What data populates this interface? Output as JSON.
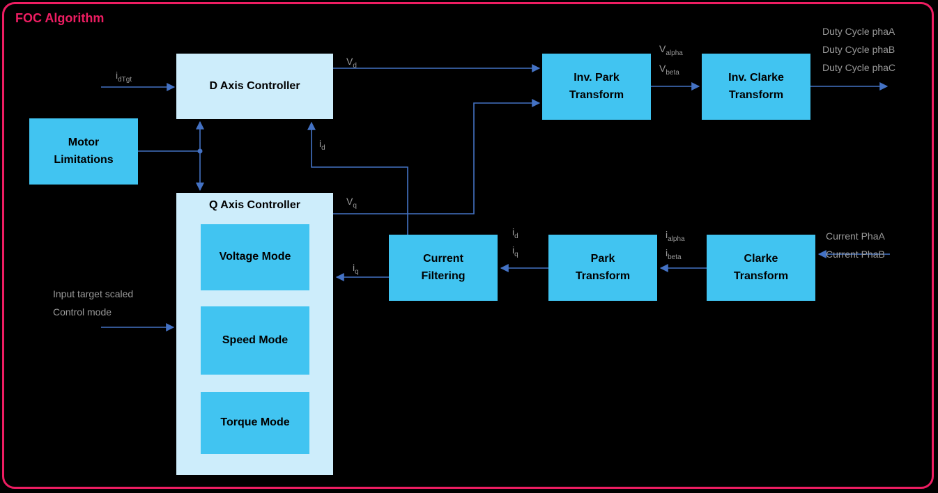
{
  "title": "FOC Algorithm",
  "blocks": {
    "d_axis": "D Axis Controller",
    "motor_limitations": "Motor Limitations",
    "q_axis": "Q Axis Controller",
    "voltage_mode": "Voltage Mode",
    "speed_mode": "Speed Mode",
    "torque_mode": "Torque Mode",
    "inv_park": "Inv. Park Transform",
    "inv_clarke": "Inv. Clarke Transform",
    "current_filtering": "Current Filtering",
    "park": "Park Transform",
    "clarke": "Clarke Transform"
  },
  "labels": {
    "id_tgt": {
      "base": "i",
      "sub": "dTgt"
    },
    "vd": {
      "base": "V",
      "sub": "d"
    },
    "vq": {
      "base": "V",
      "sub": "q"
    },
    "v_alpha": {
      "base": "V",
      "sub": "alpha"
    },
    "v_beta": {
      "base": "V",
      "sub": "beta"
    },
    "id_feedback": {
      "base": "i",
      "sub": "d"
    },
    "iq_feedback": {
      "base": "i",
      "sub": "q"
    },
    "id_mid": {
      "base": "i",
      "sub": "d"
    },
    "iq_mid": {
      "base": "i",
      "sub": "q"
    },
    "i_alpha": {
      "base": "i",
      "sub": "alpha"
    },
    "i_beta": {
      "base": "i",
      "sub": "beta"
    },
    "duty_a": "Duty Cycle phaA",
    "duty_b": "Duty Cycle phaB",
    "duty_c": "Duty Cycle phaC",
    "current_a": "Current PhaA",
    "current_b": "Current PhaB",
    "input_line1": "Input target scaled",
    "input_line2": "Control mode"
  },
  "colors": {
    "background": "#000000",
    "frame_pink": "#ee1d62",
    "block_pale_blue": "#cdedfb",
    "block_blue": "#41c4f1",
    "wire_blue": "#4472c4",
    "label_gray": "#9a9a9a"
  }
}
